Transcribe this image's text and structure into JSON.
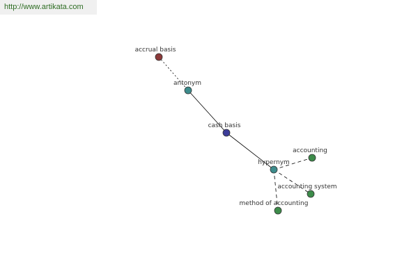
{
  "watermark": {
    "url": "http://www.artikata.com"
  },
  "colors": {
    "banner_text": "#2e6d23",
    "banner_bg": "#f0f0f0",
    "term_main": "#3d3d99",
    "term_antonym": "#8c3a3a",
    "relation": "#3d8c8c",
    "related_term": "#3d8c4a"
  },
  "graph": {
    "nodes": [
      {
        "id": "accrual-basis",
        "label": "accrual basis",
        "kind": "antonym-term"
      },
      {
        "id": "antonym",
        "label": "antonym",
        "kind": "relation"
      },
      {
        "id": "cash-basis",
        "label": "cash basis",
        "kind": "main-term"
      },
      {
        "id": "hypernym",
        "label": "hypernym",
        "kind": "relation"
      },
      {
        "id": "accounting",
        "label": "accounting",
        "kind": "related-term"
      },
      {
        "id": "accounting-system",
        "label": "accounting system",
        "kind": "related-term"
      },
      {
        "id": "method-of-accounting",
        "label": "method of accounting",
        "kind": "related-term"
      }
    ],
    "edges": [
      {
        "from": "accrual-basis",
        "to": "antonym",
        "style": "dotted"
      },
      {
        "from": "antonym",
        "to": "cash-basis",
        "style": "solid"
      },
      {
        "from": "cash-basis",
        "to": "hypernym",
        "style": "solid"
      },
      {
        "from": "hypernym",
        "to": "accounting",
        "style": "dashed"
      },
      {
        "from": "hypernym",
        "to": "accounting-system",
        "style": "dashed"
      },
      {
        "from": "hypernym",
        "to": "method-of-accounting",
        "style": "dashed"
      }
    ]
  }
}
